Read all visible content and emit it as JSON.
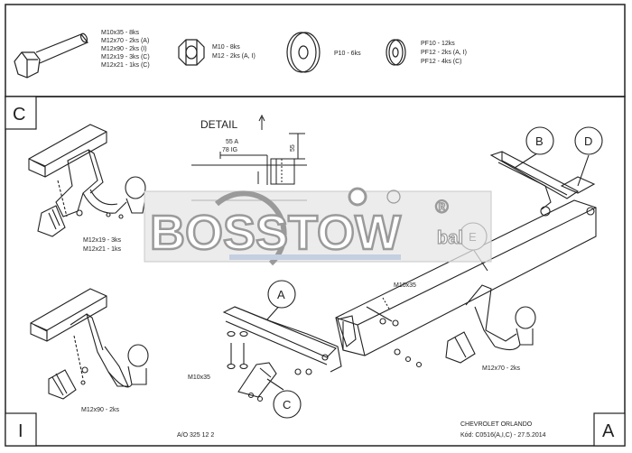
{
  "parts_legend": {
    "bolt_labels": [
      "M10x35 - 8ks",
      "M12x70 - 2ks (A)",
      "M12x90 - 2ks (I)",
      "M12x19 - 3ks (C)",
      "M12x21 - 1ks (C)"
    ],
    "nut_labels": [
      "M10 - 8ks",
      "M12 - 2ks (A, I)"
    ],
    "washer_large_label": "P10 - 6ks",
    "washer_small_labels": [
      "PF10 - 12ks",
      "PF12 - 2ks (A, I)",
      "PF12 - 4ks (C)"
    ]
  },
  "view_letters": {
    "c": "C",
    "i": "I",
    "a": "A"
  },
  "detail": {
    "title": "DETAIL",
    "dim_a": "55 A",
    "dim_b": "78 IG",
    "dim_height": "55"
  },
  "callouts": {
    "a": "A",
    "b": "B",
    "c": "C",
    "d": "D",
    "e": "E"
  },
  "labels": {
    "c_bolts_1": "M12x19 - 3ks",
    "c_bolts_2": "M12x21 - 1ks",
    "i_bolts": "M12x90 - 2ks",
    "a_bolts": "M12x70 - 2ks",
    "main_bolt": "M10x35",
    "left_bolt": "M10x35"
  },
  "footer": {
    "drawing_number": "A/O 325 12 2",
    "car_model": "CHEVROLET ORLANDO",
    "approval": "Kód: C0516(A,I,C) - 27.5.2014"
  },
  "watermark": {
    "brand": "BOSSTOW",
    "suffix": "bal",
    "registered": "®"
  }
}
